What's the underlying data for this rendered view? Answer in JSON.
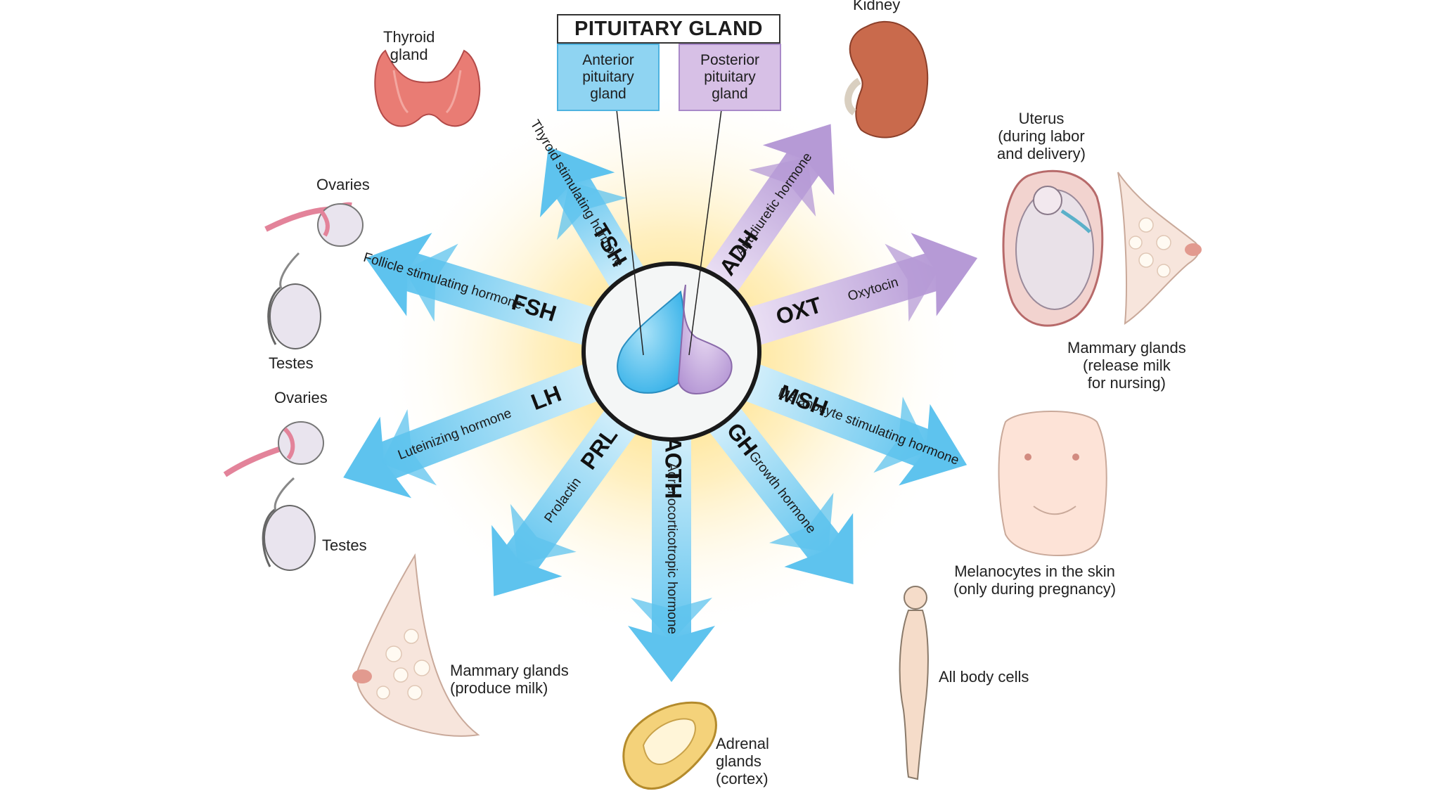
{
  "title": "PITUITARY GLAND",
  "lobes": {
    "anterior": "Anterior\npituitary\ngland",
    "posterior": "Posterior\npituitary\ngland"
  },
  "colors": {
    "anterior": "#5ec3ee",
    "posterior": "#b69ad6",
    "glow": "#ffd75e"
  },
  "hormones": {
    "tsh": {
      "abbr": "TSH",
      "name": "Thyroid stimulating hormone"
    },
    "fsh": {
      "abbr": "FSH",
      "name": "Follicle stimulating hormone"
    },
    "lh": {
      "abbr": "LH",
      "name": "Luteinizing hormone"
    },
    "prl": {
      "abbr": "PRL",
      "name": "Prolactin"
    },
    "acth": {
      "abbr": "ACTH",
      "name": "Adrenocorticotropic hormone"
    },
    "gh": {
      "abbr": "GH",
      "name": "Growth hormone"
    },
    "msh": {
      "abbr": "MSH",
      "name": "Melanocyte stimulating hormone"
    },
    "oxt": {
      "abbr": "OXT",
      "name": "Oxytocin"
    },
    "adh": {
      "abbr": "ADH",
      "name": "Antidiuretic hormone"
    }
  },
  "targets": {
    "thyroid": "Thyroid\ngland",
    "ovaries_top": "Ovaries",
    "testes_top": "Testes",
    "ovaries_bottom": "Ovaries",
    "testes_bottom": "Testes",
    "mammary_produce": "Mammary glands\n(produce milk)",
    "adrenal": "Adrenal\nglands\n(cortex)",
    "all_body": "All body cells",
    "melanocytes": "Melanocytes in the skin\n(only during pregnancy)",
    "mammary_release": "Mammary glands\n(release milk\nfor nursing)",
    "uterus": "Uterus\n(during labor\nand delivery)",
    "kidney": "Kidney"
  }
}
